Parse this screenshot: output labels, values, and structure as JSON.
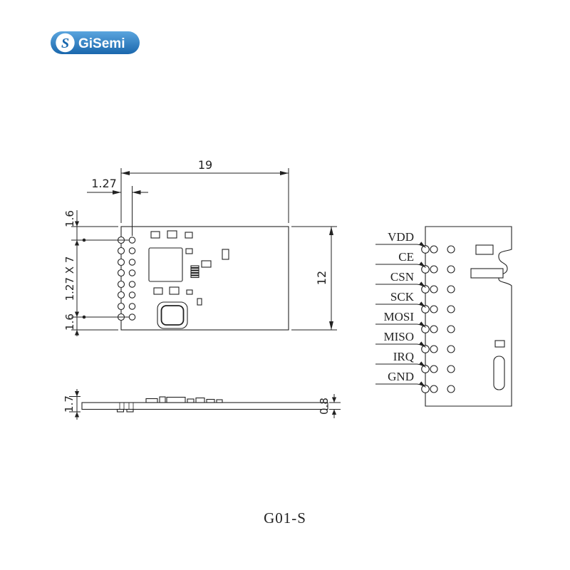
{
  "logo": {
    "icon_letter": "S",
    "brand": "GiSemi"
  },
  "drawing": {
    "dim_width": "19",
    "dim_pin_offset": "1.27",
    "dim_margin_top": "1.6",
    "dim_pitch": "1.27 X 7",
    "dim_margin_bottom": "1.6",
    "dim_height": "12",
    "dim_side_total": "1.7",
    "dim_side_pcb": "0.8"
  },
  "pinout": {
    "pins": [
      {
        "label": "VDD"
      },
      {
        "label": "CE"
      },
      {
        "label": "CSN"
      },
      {
        "label": "SCK"
      },
      {
        "label": "MOSI"
      },
      {
        "label": "MISO"
      },
      {
        "label": "IRQ"
      },
      {
        "label": "GND"
      }
    ]
  },
  "caption": "G01-S",
  "colors": {
    "brand_blue": "#2a7fc9",
    "line": "#222222",
    "background": "#ffffff"
  }
}
